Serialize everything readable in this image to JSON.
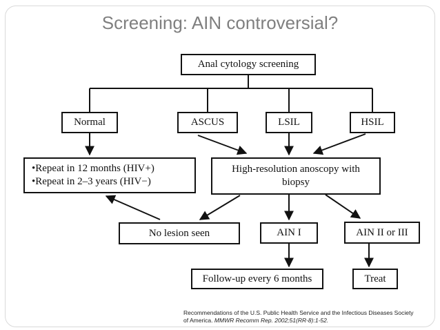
{
  "slide": {
    "title": "Screening: AIN controversial?"
  },
  "flowchart": {
    "root": "Anal cytology screening",
    "level1": [
      "Normal",
      "ASCUS",
      "LSIL",
      "HSIL"
    ],
    "repeat_box": {
      "line1": "•Repeat in 12 months (HIV+)",
      "line2": "•Repeat in 2–3 years (HIV−)"
    },
    "hra_box": {
      "line1": "High-resolution anoscopy with",
      "line2": "biopsy"
    },
    "no_lesion": "No lesion seen",
    "ain1": "AIN I",
    "ain23": "AIN II or III",
    "followup": "Follow-up every 6 months",
    "treat": "Treat"
  },
  "citation": {
    "text": "Recommendations of the U.S. Public Health Service and the Infectious Diseases Society of America.",
    "journal": "MMWR Recomm Rep. 2002;51(RR-8):1-52."
  }
}
